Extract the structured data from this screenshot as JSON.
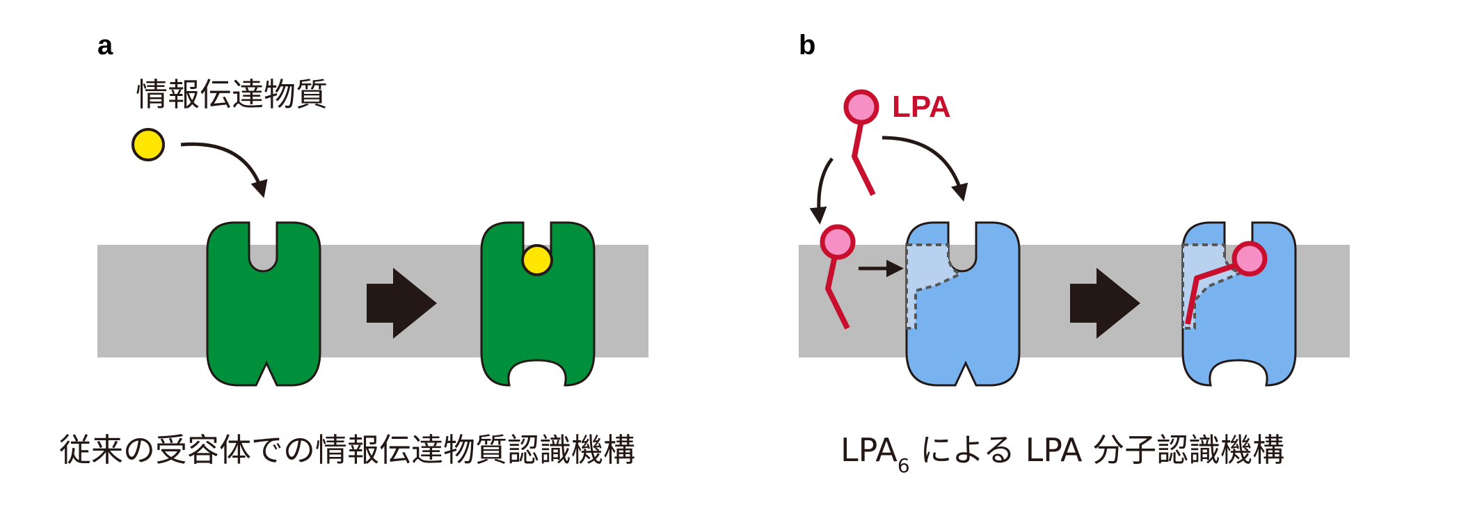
{
  "colors": {
    "membrane": "#bdbdbd",
    "receptor_a": "#00903b",
    "receptor_b": "#78b3ef",
    "outline": "#231815",
    "ligand": "#ffe600",
    "lpa_stroke": "#c8102e",
    "lpa_head": "#f58fc4",
    "pocket": "#b7d1ee"
  },
  "panel_a": {
    "letter": "a",
    "ligand_label": "情報伝達物質",
    "caption": "従来の受容体での情報伝達物質認識機構"
  },
  "panel_b": {
    "letter": "b",
    "lpa_label": "LPA",
    "caption_prefix": "LPA",
    "caption_subscript": "6",
    "caption_suffix": " による LPA 分子認識機構"
  },
  "icons": {
    "process_arrow": "right-block-arrow",
    "binding_arrow": "curved-arrow"
  }
}
